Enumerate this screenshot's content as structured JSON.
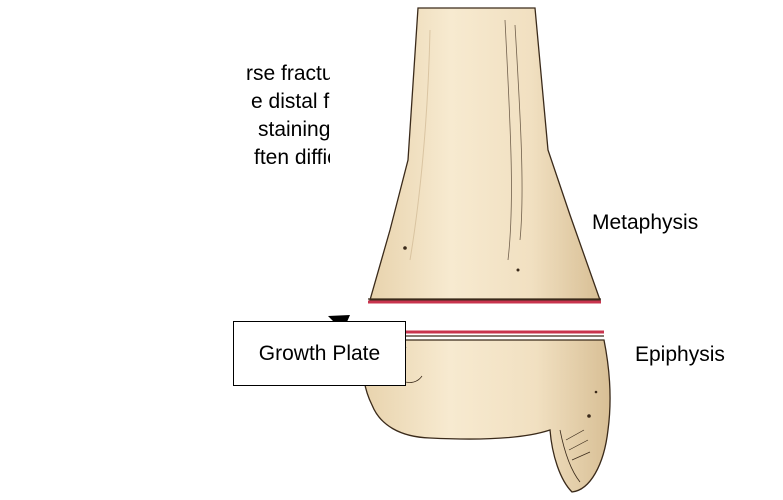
{
  "description": {
    "lines": [
      "rse fracture",
      "e distal fibula in",
      "staining this type",
      "ften difficult to see"
    ]
  },
  "labels": {
    "metaphysis": "Metaphysis",
    "epiphysis": "Epiphysis",
    "growth_plate": "Growth Plate"
  },
  "colors": {
    "bone_fill": "#f3e3c6",
    "bone_shade": "#d9c29b",
    "outline": "#3a2a1a",
    "growth_plate_edge": "#c8344e",
    "arrow": "#000000"
  }
}
